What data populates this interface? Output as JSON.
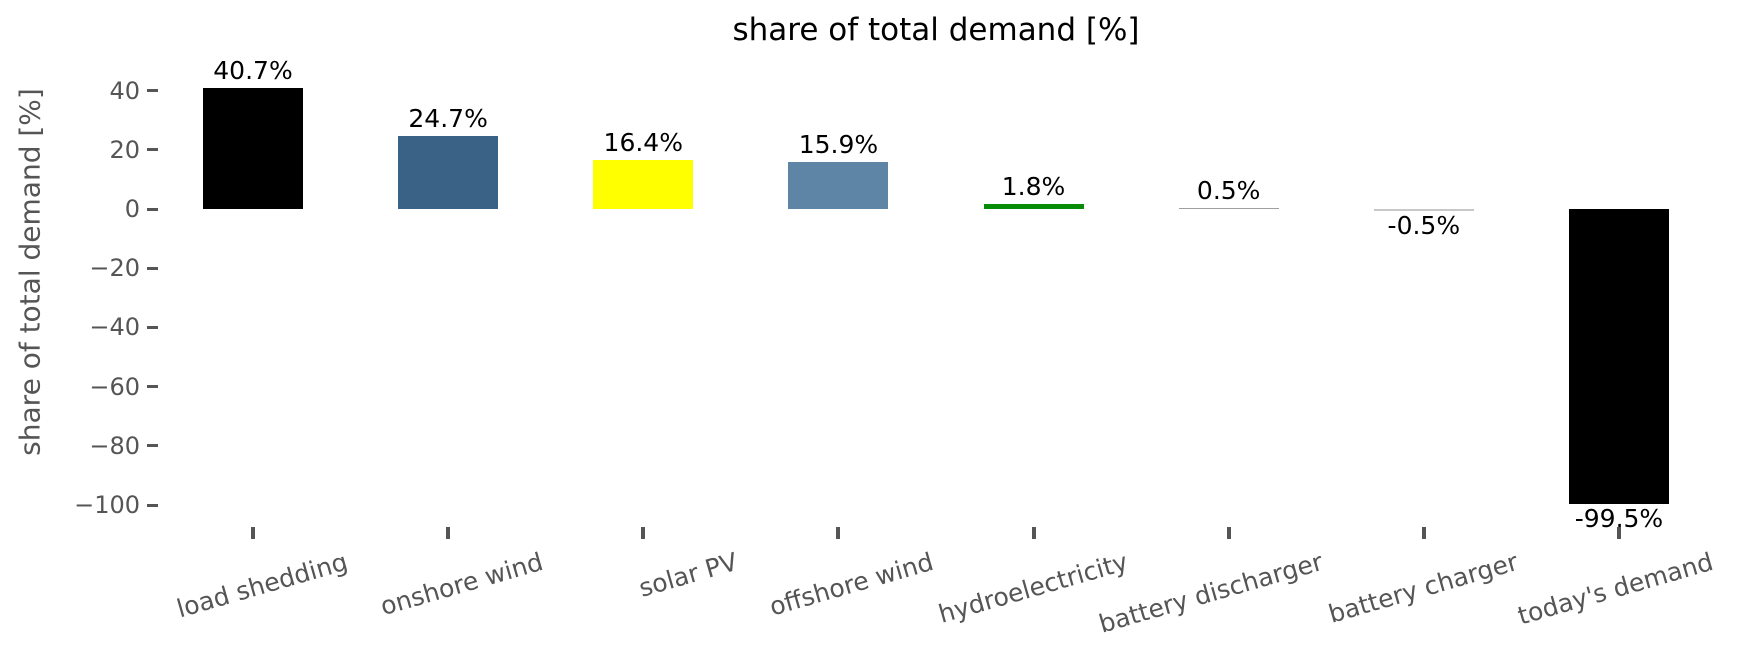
{
  "chart_data": {
    "type": "bar",
    "title": "share of total demand [%]",
    "ylabel": "share of total demand [%]",
    "xlabel": "",
    "grid": false,
    "legend": false,
    "background_color": "#ffffff",
    "ylim": [
      -105,
      45
    ],
    "categories": [
      "load shedding",
      "onshore wind",
      "solar PV",
      "offshore wind",
      "hydroelectricity",
      "battery discharger",
      "battery charger",
      "today's demand"
    ],
    "values": [
      40.7,
      24.7,
      16.4,
      15.9,
      1.8,
      0.5,
      -0.5,
      -99.5
    ],
    "bar_labels": [
      "40.7%",
      "24.7%",
      "16.4%",
      "15.9%",
      "1.8%",
      "0.5%",
      "-0.5%",
      "-99.5%"
    ],
    "bar_colors": [
      "#000000",
      "#3a6186",
      "#ffff00",
      "#5f85a6",
      "#068c06",
      "#a0a0a0",
      "#c8c8c8",
      "#000000"
    ],
    "yticks": {
      "values": [
        40,
        20,
        0,
        -20,
        -40,
        -60,
        -80,
        -100
      ],
      "labels": [
        "40",
        "20",
        "0",
        "−20",
        "−40",
        "−60",
        "−80",
        "−100"
      ]
    },
    "colors": {
      "axis_text": "#555555",
      "tick_mark": "#555555",
      "value_label_text": "#000000",
      "title_text": "#000000"
    }
  }
}
